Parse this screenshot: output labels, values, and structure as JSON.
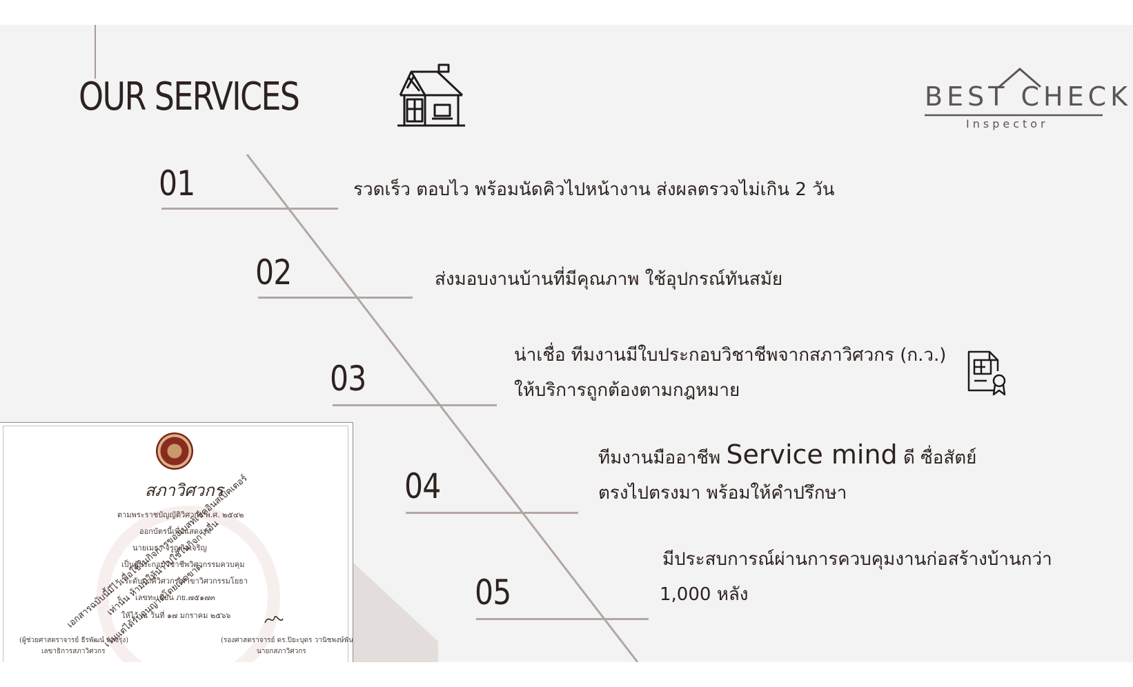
{
  "slide": {
    "title": "OUR SERVICES",
    "logo": {
      "brand": "BEST CHECK",
      "subtitle": "Inspector"
    },
    "services": [
      {
        "number": "01",
        "lines": [
          "รวดเร็ว ตอบไว พร้อมนัดคิวไปหน้างาน ส่งผลตรวจไม่เกิน 2 วัน"
        ]
      },
      {
        "number": "02",
        "lines": [
          "ส่งมอบงานบ้านที่มีคุณภาพ ใช้อุปกรณ์ทันสมัย"
        ]
      },
      {
        "number": "03",
        "lines": [
          "น่าเชื่อ ทีมงานมีใบประกอบวิชาชีพจากสภาวิศวกร (ก.ว.)",
          "ให้บริการถูกต้องตามกฎหมาย"
        ]
      },
      {
        "number": "04",
        "line1_prefix": "ทีมงานมืออาชีพ ",
        "line1_big": "Service mind",
        "line1_suffix": " ดี ซื่อสัตย์",
        "line2": "ตรงไปตรงมา พร้อมให้คำปรึกษา"
      },
      {
        "number": "05",
        "lines": [
          "มีประสบการณ์ผ่านการควบคุมงานก่อสร้างบ้านกว่า",
          "1,000 หลัง"
        ]
      }
    ],
    "certificate": {
      "title": "สภาวิศวกร",
      "lines": [
        "ตามพระราชบัญญัติวิศวกร พ.ศ. ๒๕๔๒",
        "ออกบัตรนี้เพื่อแสดงว่า",
        "นายเมธา จรูญกิจเจริญ",
        "เป็นผู้ประกอบวิชาชีพวิศวกรรมควบคุม",
        "ระดับภาคีวิศวกร สาขาวิศวกรรมโยธา",
        "เลขทะเบียน ภย.๗๕๑๗๓",
        "ให้ไว้ ณ วันที่ ๑๗ มกราคม ๒๕๖๖",
        "(ผู้ช่วยศาสตราจารย์ ธีรพัฒน์ แสงรุ่ง)",
        "เลขาธิการสภาวิศวกร",
        "(รองศาสตราจารย์ ดร.ปิยะบุตร วานิชพงษ์พันธุ์)",
        "นายกสภาวิศวกร"
      ],
      "stamp_lines": [
        "เอกสารฉบับนี้มีไว้เพื่อใช้ในกิจการของเบสท์เช็คอินสเป็คเตอร์",
        "เท่านั้น ห้ามมิให้นำไปใช้ในกิจการอื่น",
        "เว้นแต่ได้รับอนุญาตโดยเด็ดขาด"
      ]
    }
  }
}
